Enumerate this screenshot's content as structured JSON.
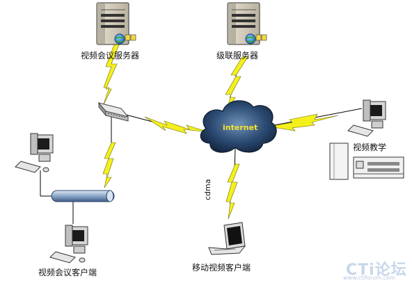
{
  "nodes": {
    "video_conference_server": "视频会议服务器",
    "cascade_server": "级联服务器",
    "video_teaching": "视频教学",
    "video_conference_client": "视频会议客户端",
    "mobile_video_client": "移动视频客户端"
  },
  "cloud_label": "internet",
  "link_label": "cdma",
  "watermark": {
    "logo": "CTi论坛",
    "url": "www.ctiforum.com"
  }
}
